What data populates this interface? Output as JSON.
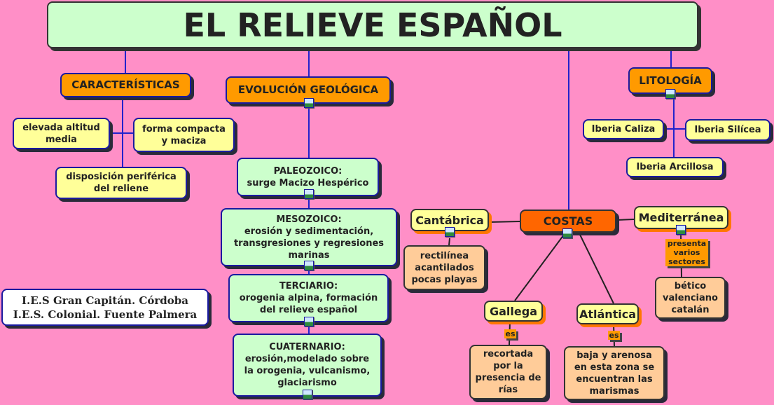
{
  "title": "EL RELIEVE ESPAÑOL",
  "caracteristicas": {
    "label": "CARACTERÍSTICAS",
    "items": [
      "elevada altitud\nmedia",
      "forma compacta\ny maciza",
      "disposición periférica\ndel reliene"
    ]
  },
  "evolucion": {
    "label": "EVOLUCIÓN GEOLÓGICA",
    "items": [
      "PALEOZOICO:\nsurge Macizo Hespérico",
      "MESOZOICO:\nerosión y sedimentación,\ntransgresiones y regresiones\nmarinas",
      "TERCIARIO:\norogenia alpina, formación\ndel relieve español",
      "CUATERNARIO:\nerosión,modelado sobre\nla orogenia, vulcanismo,\nglaciarismo"
    ]
  },
  "litologia": {
    "label": "LITOLOGÍA",
    "items": [
      "Iberia Caliza",
      "Iberia Silícea",
      "Iberia Arcillosa"
    ]
  },
  "costas": {
    "label": "COSTAS",
    "cantabrica": {
      "label": "Cantábrica",
      "desc": "rectilínea\nacantilados\npocas playas"
    },
    "mediterranea": {
      "label": "Mediterránea",
      "link": "presenta\nvarios\nsectores",
      "desc": "bético\nvalenciano\ncatalán"
    },
    "gallega": {
      "label": "Gallega",
      "link": "es",
      "desc": "recortada\npor la\npresencia de\nrías"
    },
    "atlantica": {
      "label": "Atlántica",
      "link": "es",
      "desc": "baja y arenosa\nen esta zona se\nencuentran las\nmarismas"
    }
  },
  "credits": "I.E.S Gran Capitán. Córdoba\nI.E.S. Colonial. Fuente Palmera"
}
